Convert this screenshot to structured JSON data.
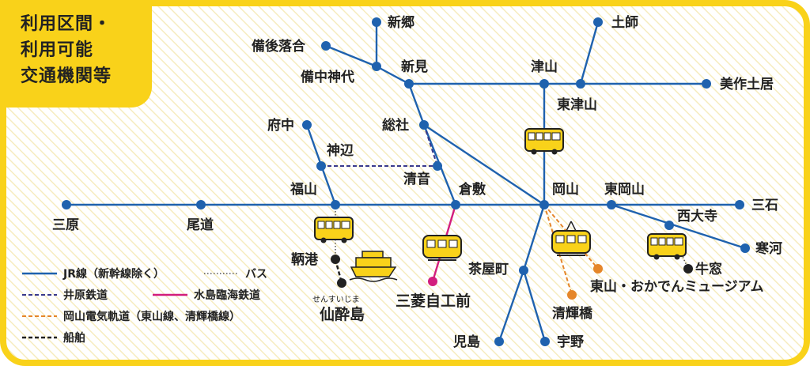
{
  "title": {
    "lines": [
      "利用区間・",
      "利用可能",
      "交通機関等"
    ]
  },
  "colors": {
    "jr": "#1f62ae",
    "ibara": "#3a3a8c",
    "mizushima": "#d21e7d",
    "okaden": "#e5862a",
    "ship": "#222222",
    "bus": "#555555",
    "frame": "#f9d21a"
  },
  "stations": {
    "shingo": "新郷",
    "bingo_ochiai": "備後落合",
    "bitchu_kojiro": "備中神代",
    "niimi": "新見",
    "tsuyama": "津山",
    "hazushi": "土師",
    "higashi_tsuyama": "東津山",
    "mimasaka_doi": "美作土居",
    "fuchu": "府中",
    "kannabe": "神辺",
    "soja": "総社",
    "kiyone": "清音",
    "fukuyama": "福山",
    "kurashiki": "倉敷",
    "okayama": "岡山",
    "higashi_okayama": "東岡山",
    "mitsuishi": "三石",
    "saidaiji": "西大寺",
    "kanko": "寒河",
    "mihara": "三原",
    "onomichi": "尾道",
    "shimotsui": "鞆港",
    "senzuijima": "仙酔島",
    "senzuijima_ruby": "せんすいじま",
    "mitsubishi": "三菱自工前",
    "chayamachi": "茶屋町",
    "kojima": "児島",
    "uno": "宇野",
    "kiyoteru": "清輝橋",
    "higashiyama": "東山・おかでんミュージアム",
    "ushimado": "牛窓"
  },
  "legend": {
    "jr": "JR線（新幹線除く）",
    "bus": "バス",
    "ibara": "井原鉄道",
    "mizushima": "水島臨海鉄道",
    "okaden": "岡山電気軌道（東山線、清輝橋線）",
    "ship": "船舶"
  }
}
